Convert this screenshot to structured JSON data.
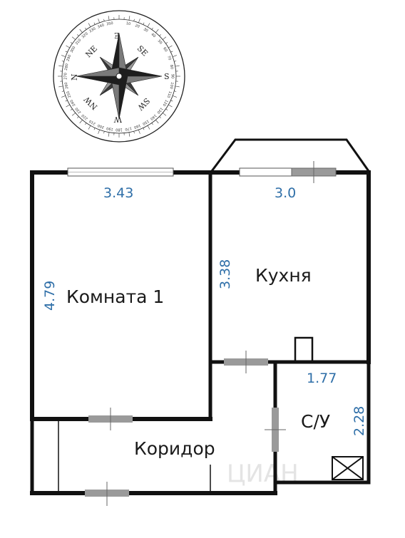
{
  "rooms": {
    "room1": "Комната 1",
    "kitchen": "Кухня",
    "corridor": "Коридор",
    "bathroom": "С/У"
  },
  "dimensions": {
    "room1_width": "3.43",
    "room1_length": "4.79",
    "kitchen_width": "3.0",
    "kitchen_length": "3.38",
    "bathroom_width": "1.77",
    "bathroom_length": "2.28"
  },
  "compass": {
    "N": "N",
    "NE": "NE",
    "E": "E",
    "SE": "SE",
    "S": "S",
    "SW": "SW",
    "W": "W",
    "NW": "NW",
    "ticks": [
      "10",
      "20",
      "30",
      "40",
      "50",
      "60",
      "70",
      "80",
      "90",
      "100",
      "110",
      "120",
      "130",
      "140",
      "150",
      "160",
      "170",
      "180",
      "190",
      "200",
      "210",
      "220",
      "230",
      "240",
      "250",
      "260",
      "270",
      "280",
      "290",
      "300",
      "310",
      "320",
      "330",
      "340",
      "350"
    ]
  },
  "watermark": "ЦИАН"
}
